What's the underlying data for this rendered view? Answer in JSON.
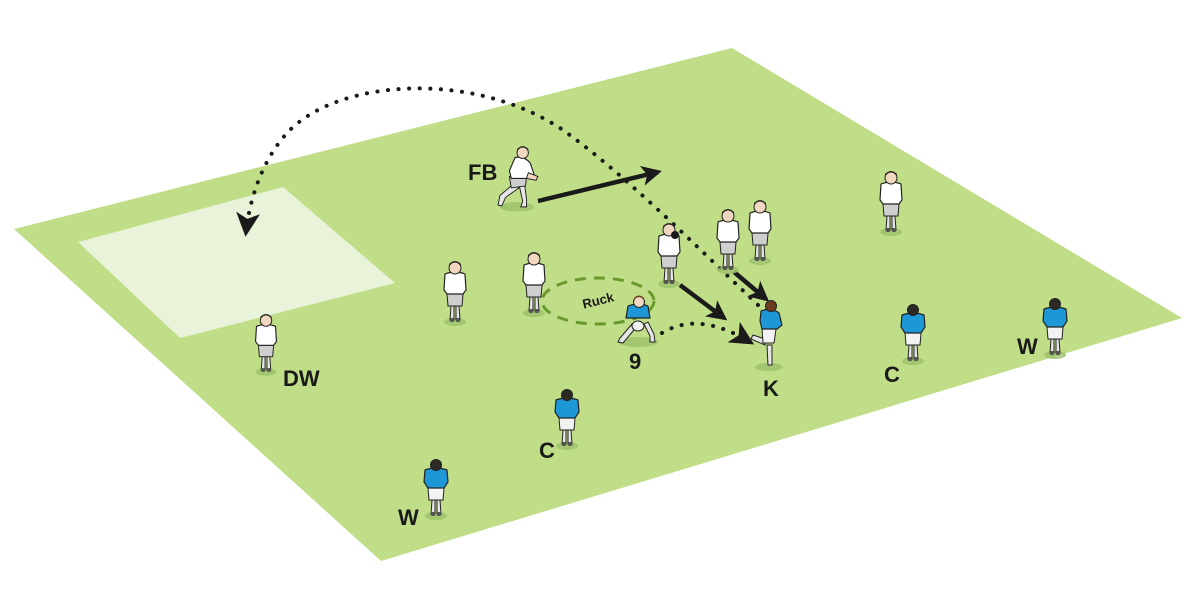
{
  "diagram": {
    "type": "rugby-drill",
    "colors": {
      "field": "#c0de88",
      "zone": "#e8f3d9",
      "background": "#ffffff",
      "attack_shirt": "#1e97d6",
      "defence_shirt": "#ffffff",
      "shorts": "#d4d4d4",
      "ruck_outline": "#6a9a2c",
      "ink": "#1a1a1a"
    },
    "ruck": {
      "label": "Ruck"
    },
    "defenders": [
      {
        "id": "fb",
        "label": "FB",
        "pose": "crouch"
      },
      {
        "id": "dw",
        "label": "DW",
        "pose": "stand"
      },
      {
        "id": "d1",
        "label": "",
        "pose": "stand"
      },
      {
        "id": "d2",
        "label": "",
        "pose": "stand"
      },
      {
        "id": "d3",
        "label": "",
        "pose": "stand"
      },
      {
        "id": "d4",
        "label": "",
        "pose": "stand"
      },
      {
        "id": "d5",
        "label": "",
        "pose": "stand"
      },
      {
        "id": "d6",
        "label": "",
        "pose": "stand"
      }
    ],
    "attackers": [
      {
        "id": "sh",
        "label": "9",
        "pose": "pass"
      },
      {
        "id": "k",
        "label": "K",
        "pose": "kick"
      },
      {
        "id": "c1",
        "label": "C",
        "pose": "back"
      },
      {
        "id": "c2",
        "label": "C",
        "pose": "back"
      },
      {
        "id": "w1",
        "label": "W",
        "pose": "back"
      },
      {
        "id": "w2",
        "label": "W",
        "pose": "back"
      }
    ],
    "paths": [
      {
        "name": "kick-path",
        "style": "dotted",
        "from": "k",
        "to": "kick-zone"
      },
      {
        "name": "pass-path",
        "style": "dotted",
        "from": "sh",
        "to": "k"
      },
      {
        "name": "fb-run",
        "style": "solid",
        "from": "fb",
        "to": "forward"
      },
      {
        "name": "defender-rush-1",
        "style": "solid",
        "from": "d3",
        "to": "k"
      },
      {
        "name": "defender-rush-2",
        "style": "solid",
        "from": "d4",
        "to": "k"
      }
    ]
  }
}
